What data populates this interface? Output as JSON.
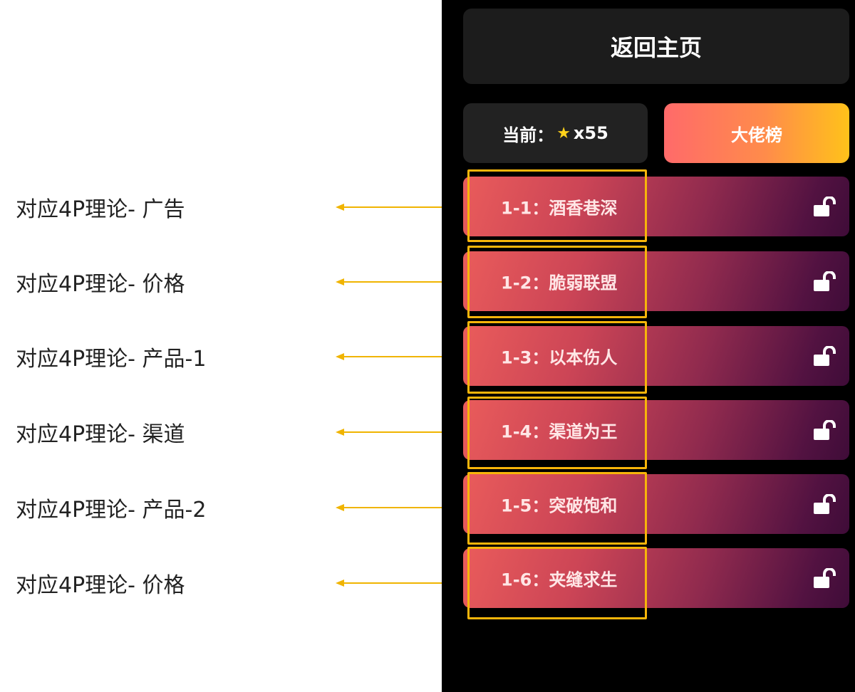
{
  "home_button": {
    "label": "返回主页"
  },
  "current": {
    "label": "当前：",
    "star_icon": "star-icon",
    "count": "x55"
  },
  "leaderboard": {
    "label": "大佬榜"
  },
  "levels": [
    {
      "title": "1-1：酒香巷深",
      "icon": "unlock-icon"
    },
    {
      "title": "1-2：脆弱联盟",
      "icon": "unlock-icon"
    },
    {
      "title": "1-3：以本伤人",
      "icon": "unlock-icon"
    },
    {
      "title": "1-4：渠道为王",
      "icon": "unlock-icon"
    },
    {
      "title": "1-5：突破饱和",
      "icon": "unlock-icon"
    },
    {
      "title": "1-6：夹缝求生",
      "icon": "unlock-icon"
    }
  ],
  "annotations": [
    {
      "text": "对应4P理论- 广告"
    },
    {
      "text": "对应4P理论- 价格"
    },
    {
      "text": "对应4P理论- 产品-1"
    },
    {
      "text": "对应4P理论- 渠道"
    },
    {
      "text": "对应4P理论- 产品-2"
    },
    {
      "text": "对应4P理论- 价格"
    }
  ],
  "colors": {
    "highlight": "#f7b50a",
    "arrow": "#f0b400",
    "card_start": "#ea5c5b",
    "card_end": "#3f0c38",
    "leaderboard_start": "#ff6a6a",
    "leaderboard_end": "#ffc21a",
    "star": "#ffd21a"
  }
}
